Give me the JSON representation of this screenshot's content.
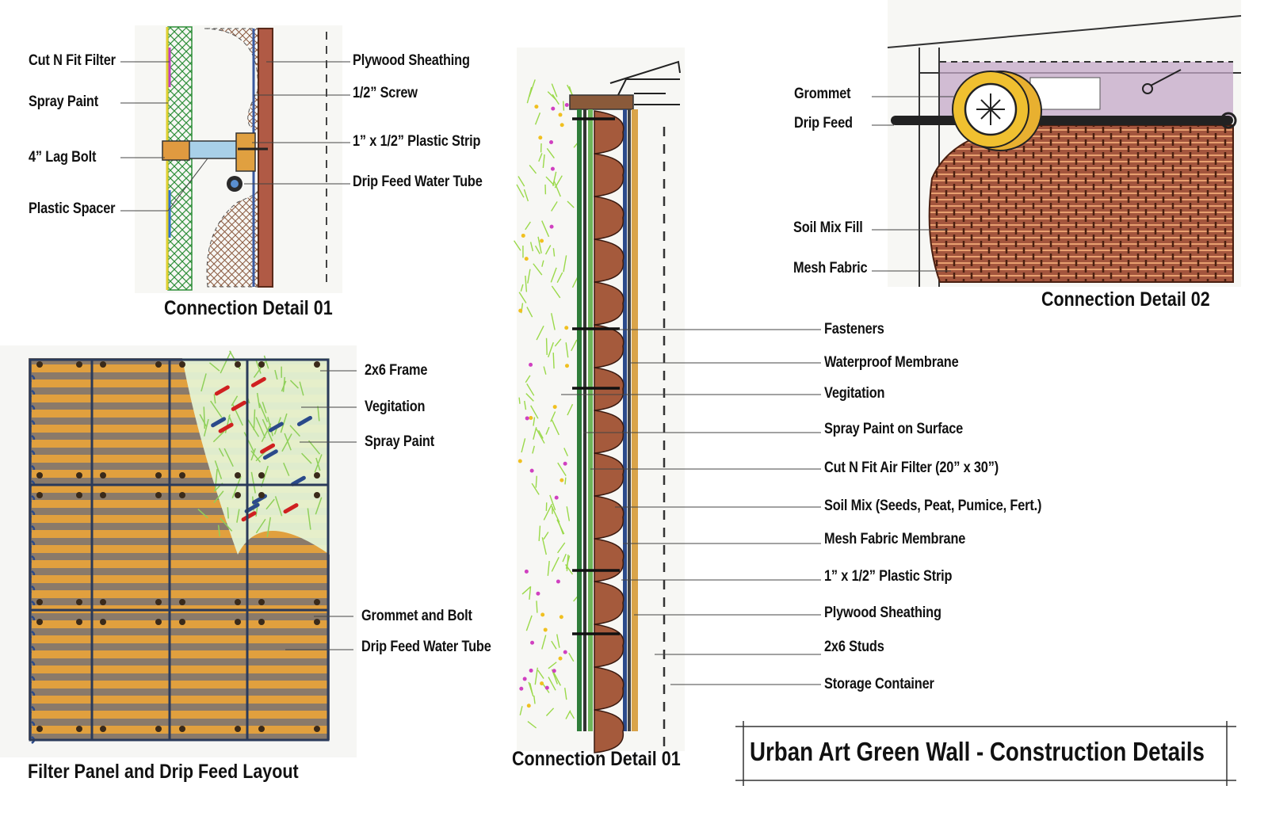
{
  "main_title": "Urban Art Green Wall - Construction Details",
  "detail_a": {
    "title": "Connection Detail 01",
    "left_labels": [
      "Cut N Fit Filter",
      "Spray Paint",
      "4” Lag Bolt",
      "Plastic Spacer"
    ],
    "right_labels": [
      "Plywood Sheathing",
      "1/2” Screw",
      "1” x 1/2”  Plastic Strip",
      "Drip Feed Water Tube"
    ]
  },
  "detail_b": {
    "title": "Connection Detail 01",
    "labels": [
      "Fasteners",
      "Waterproof Membrane",
      "Vegitation",
      "Spray Paint on Surface",
      "Cut N Fit Air Filter  (20” x 30”)",
      "Soil Mix (Seeds, Peat, Pumice, Fert.)",
      "Mesh Fabric Membrane",
      "1” x 1/2” Plastic Strip",
      "Plywood Sheathing",
      "2x6 Studs",
      "Storage Container"
    ]
  },
  "detail_c": {
    "title": "Connection Detail 02",
    "labels": [
      "Grommet",
      "Drip Feed",
      "Soil Mix Fill",
      "Mesh Fabric"
    ]
  },
  "panel": {
    "title": "Filter Panel and Drip Feed Layout",
    "labels": [
      "2x6 Frame",
      "Vegitation",
      "Spray Paint",
      "Grommet and Bolt",
      "Drip Feed Water Tube"
    ]
  },
  "colors": {
    "wood": "#7a3b22",
    "orange": "#e6a23c",
    "green_mesh": "#3a8a3a",
    "veg": "#9ad94a",
    "soil": "#8a4a2e",
    "blue": "#2b4a8a",
    "yellow": "#f0c020"
  }
}
